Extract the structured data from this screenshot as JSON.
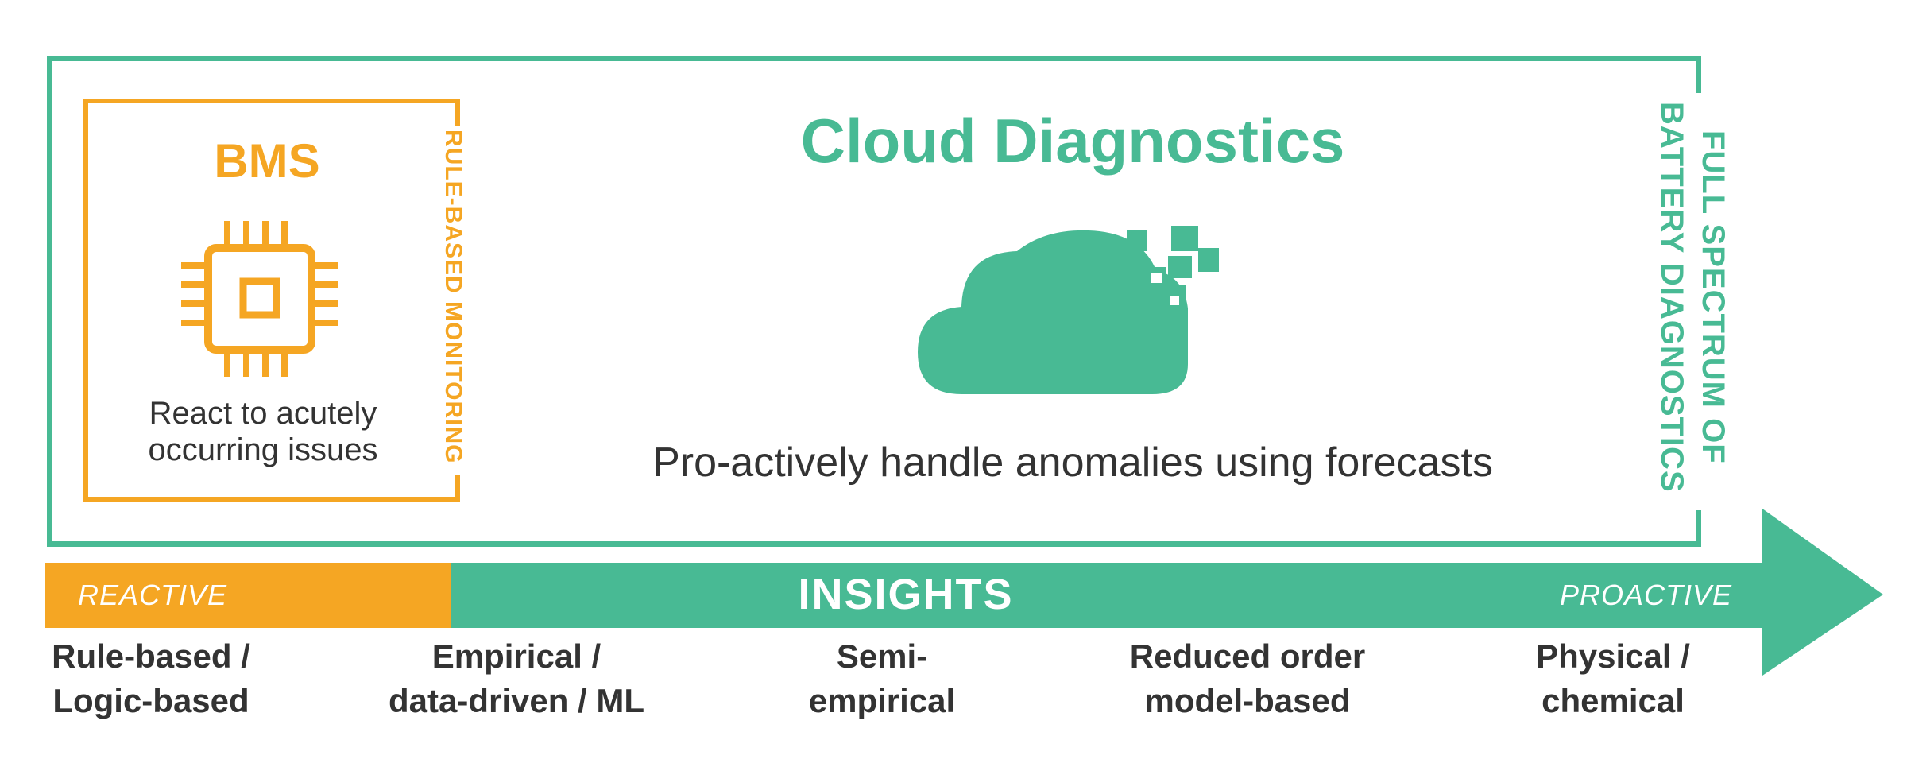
{
  "bms": {
    "title": "BMS",
    "desc_line1": "React to acutely",
    "desc_line2": "occurring issues",
    "side_label": "RULE-BASED MONITORING",
    "icon": "chip-icon"
  },
  "cloud": {
    "title": "Cloud Diagnostics",
    "desc": "Pro-actively handle anomalies using forecasts",
    "icon": "cloud-icon"
  },
  "frame_label": {
    "line1": "FULL SPECTRUM OF",
    "line2": "BATTERY DIAGNOSTICS"
  },
  "bar": {
    "reactive": "REACTIVE",
    "insights": "INSIGHTS",
    "proactive": "PROACTIVE"
  },
  "steps": [
    {
      "line1": "Rule-based /",
      "line2": "Logic-based"
    },
    {
      "line1": "Empirical /",
      "line2": "data-driven / ML"
    },
    {
      "line1": "Semi-",
      "line2": "empirical"
    },
    {
      "line1": "Reduced order",
      "line2": "model-based"
    },
    {
      "line1": "Physical /",
      "line2": "chemical"
    }
  ],
  "colors": {
    "green": "#48BA94",
    "orange": "#F5A623",
    "text": "#333333"
  }
}
